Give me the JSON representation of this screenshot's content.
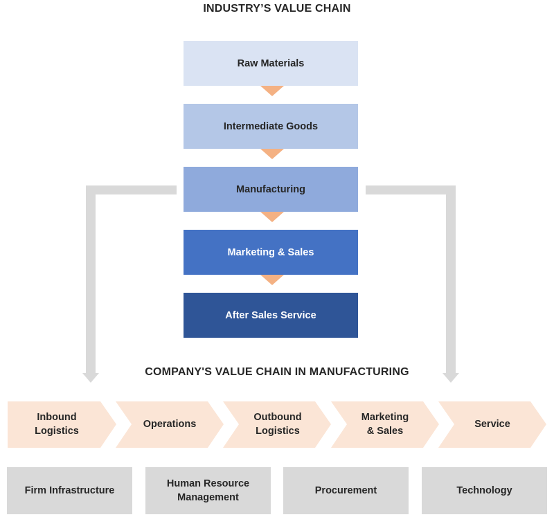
{
  "industry_title": "INDUSTRY’S VALUE CHAIN",
  "industry_chain": [
    {
      "label": "Raw Materials",
      "fill": "#dae3f3",
      "text_color": "#262626"
    },
    {
      "label": "Intermediate Goods",
      "fill": "#b4c7e7",
      "text_color": "#262626"
    },
    {
      "label": "Manufacturing",
      "fill": "#8faadc",
      "text_color": "#262626"
    },
    {
      "label": "Marketing & Sales",
      "fill": "#4472c4",
      "text_color": "#ffffff"
    },
    {
      "label": "After Sales Service",
      "fill": "#2f5597",
      "text_color": "#ffffff"
    }
  ],
  "company_title": "COMPANY'S VALUE CHAIN IN MANUFACTURING",
  "primary_activities": [
    {
      "label": "Inbound\nLogistics"
    },
    {
      "label": "Operations"
    },
    {
      "label": "Outbound\nLogistics"
    },
    {
      "label": "Marketing\n& Sales"
    },
    {
      "label": "Service"
    }
  ],
  "support_activities": [
    {
      "label": "Firm Infrastructure"
    },
    {
      "label": "Human Resource\nManagement"
    },
    {
      "label": "Procurement"
    },
    {
      "label": "Technology"
    }
  ],
  "colors": {
    "step_arrow": "#f4b183",
    "chevron_fill": "#fbe5d6",
    "connector_gray": "#d9d9d9",
    "support_fill": "#d9d9d9"
  }
}
